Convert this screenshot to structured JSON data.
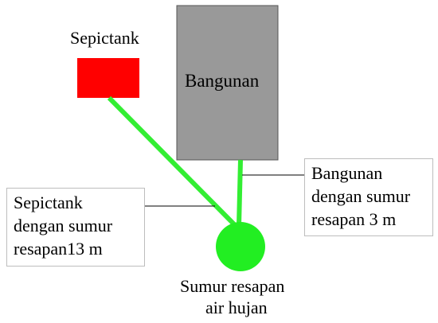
{
  "colors": {
    "septic": "#ff0000",
    "building": "#999999",
    "pipe": "#33ee33",
    "well": "#22ee22",
    "leader": "#000000",
    "box_border": "#bdbdbd"
  },
  "septic_label": "Sepictank",
  "building_label": "Bangunan",
  "well_label": {
    "line1": "Sumur resapan",
    "line2": "air hujan"
  },
  "callout_septic": {
    "line1": "Sepictank",
    "line2": "dengan sumur",
    "line3": "resapan13 m"
  },
  "callout_building": {
    "line1": "Bangunan",
    "line2": "dengan sumur",
    "line3": "resapan 3 m"
  }
}
